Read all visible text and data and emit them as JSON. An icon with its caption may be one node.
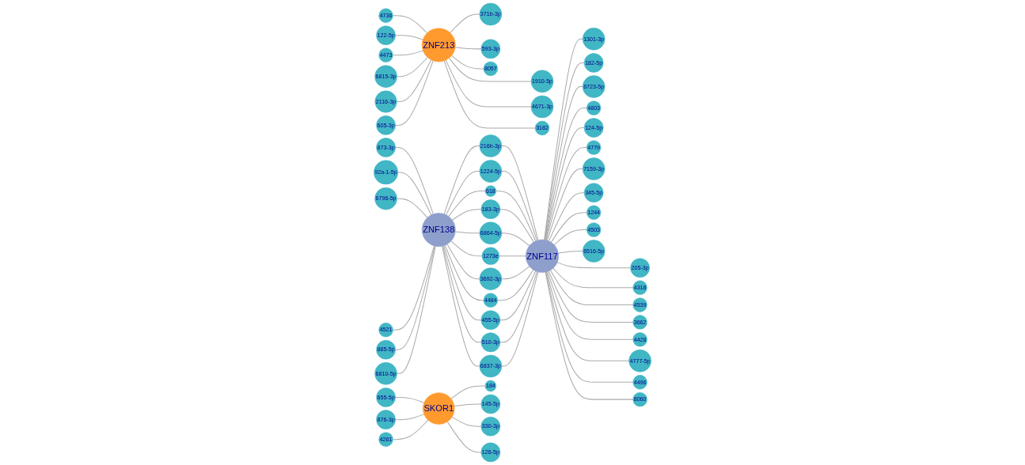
{
  "diagram": {
    "nodes": [
      {
        "text": [
          "ZNF138"
        ]
      },
      {
        "text": [
          "873-3p"
        ]
      },
      {
        "text": [
          "92a-1-5p"
        ]
      },
      {
        "text": [
          "6796-5p"
        ]
      },
      {
        "text": [
          "4521"
        ]
      },
      {
        "text": [
          "885-5p"
        ]
      },
      {
        "text": [
          "6810-5p"
        ]
      },
      {
        "text": [
          "216b-3p"
        ]
      },
      {
        "text": [
          "1224-5p"
        ]
      },
      {
        "text": [
          "618"
        ]
      },
      {
        "text": [
          "183-3p"
        ]
      },
      {
        "text": [
          "6864-5p"
        ]
      },
      {
        "text": [
          "1273e"
        ]
      },
      {
        "text": [
          "3692-3p"
        ]
      },
      {
        "text": [
          "4484"
        ]
      },
      {
        "text": [
          "455-5p"
        ]
      },
      {
        "text": [
          "510-3p"
        ]
      },
      {
        "text": [
          "6837-3p"
        ]
      },
      {
        "text": [
          "ZNF213"
        ]
      },
      {
        "text": [
          "4736"
        ]
      },
      {
        "text": [
          "122-5p"
        ]
      },
      {
        "text": [
          "371b-3p"
        ]
      },
      {
        "text": [
          "4473"
        ]
      },
      {
        "text": [
          "593-3p"
        ]
      },
      {
        "text": [
          "6815-3p"
        ]
      },
      {
        "text": [
          "2116-3p"
        ]
      },
      {
        "text": [
          "8057"
        ]
      },
      {
        "text": [
          "1910-5p"
        ]
      },
      {
        "text": [
          "605-3p"
        ]
      },
      {
        "text": [
          "4671-3p"
        ]
      },
      {
        "text": [
          "3182"
        ]
      },
      {
        "text": [
          "ZNF117"
        ]
      },
      {
        "text": [
          "1301-3p"
        ]
      },
      {
        "text": [
          "182-5p"
        ]
      },
      {
        "text": [
          "6723-5p"
        ]
      },
      {
        "text": [
          "4803"
        ]
      },
      {
        "text": [
          "124-5p"
        ]
      },
      {
        "text": [
          "4779"
        ]
      },
      {
        "text": [
          "7159-3p"
        ]
      },
      {
        "text": [
          "345-5p"
        ]
      },
      {
        "text": [
          "1244"
        ]
      },
      {
        "text": [
          "4503"
        ]
      },
      {
        "text": [
          "6516-5p"
        ]
      },
      {
        "text": [
          "205-3p"
        ]
      },
      {
        "text": [
          "4318"
        ]
      },
      {
        "text": [
          "4539"
        ]
      },
      {
        "text": [
          "3662"
        ]
      },
      {
        "text": [
          "4428"
        ]
      },
      {
        "text": [
          "4777-5p"
        ]
      },
      {
        "text": [
          "4496"
        ]
      },
      {
        "text": [
          "8060"
        ]
      },
      {
        "text": [
          "SKOR1"
        ]
      },
      {
        "text": [
          "655-5p"
        ]
      },
      {
        "text": [
          "184"
        ]
      },
      {
        "text": [
          "145-5p"
        ]
      },
      {
        "text": [
          "876-3p"
        ]
      },
      {
        "text": [
          "330-3p"
        ]
      },
      {
        "text": [
          "4261"
        ]
      },
      {
        "text": [
          "126-5p"
        ]
      }
    ],
    "edges": [
      {
        "from": 1,
        "to": 0,
        "arrow": "none"
      },
      {
        "from": 2,
        "to": 0,
        "arrow": "none"
      },
      {
        "from": 3,
        "to": 0,
        "arrow": "none"
      },
      {
        "from": 4,
        "to": 0,
        "arrow": "none"
      },
      {
        "from": 5,
        "to": 0,
        "arrow": "none"
      },
      {
        "from": 6,
        "to": 0,
        "arrow": "none"
      },
      {
        "from": 0,
        "to": 7,
        "arrow": "none"
      },
      {
        "from": 0,
        "to": 8,
        "arrow": "none"
      },
      {
        "from": 0,
        "to": 9,
        "arrow": "none"
      },
      {
        "from": 0,
        "to": 10,
        "arrow": "none"
      },
      {
        "from": 0,
        "to": 11,
        "arrow": "none"
      },
      {
        "from": 0,
        "to": 12,
        "arrow": "none"
      },
      {
        "from": 0,
        "to": 13,
        "arrow": "none"
      },
      {
        "from": 0,
        "to": 14,
        "arrow": "none"
      },
      {
        "from": 0,
        "to": 15,
        "arrow": "none"
      },
      {
        "from": 0,
        "to": 16,
        "arrow": "none"
      },
      {
        "from": 0,
        "to": 17,
        "arrow": "none"
      },
      {
        "from": 7,
        "to": 31,
        "arrow": "none"
      },
      {
        "from": 8,
        "to": 31,
        "arrow": "none"
      },
      {
        "from": 9,
        "to": 31,
        "arrow": "none"
      },
      {
        "from": 10,
        "to": 31,
        "arrow": "none"
      },
      {
        "from": 11,
        "to": 31,
        "arrow": "none"
      },
      {
        "from": 12,
        "to": 31,
        "arrow": "none"
      },
      {
        "from": 13,
        "to": 31,
        "arrow": "none"
      },
      {
        "from": 14,
        "to": 31,
        "arrow": "none"
      },
      {
        "from": 15,
        "to": 31,
        "arrow": "none"
      },
      {
        "from": 16,
        "to": 31,
        "arrow": "none"
      },
      {
        "from": 17,
        "to": 31,
        "arrow": "none"
      },
      {
        "from": 19,
        "to": 18,
        "arrow": "none"
      },
      {
        "from": 20,
        "to": 18,
        "arrow": "none"
      },
      {
        "from": 22,
        "to": 18,
        "arrow": "none"
      },
      {
        "from": 24,
        "to": 18,
        "arrow": "none"
      },
      {
        "from": 25,
        "to": 18,
        "arrow": "none"
      },
      {
        "from": 28,
        "to": 18,
        "arrow": "none"
      },
      {
        "from": 18,
        "to": 21,
        "arrow": "none"
      },
      {
        "from": 18,
        "to": 23,
        "arrow": "none"
      },
      {
        "from": 18,
        "to": 26,
        "arrow": "none"
      },
      {
        "from": 18,
        "to": 27,
        "arrow": "none"
      },
      {
        "from": 18,
        "to": 29,
        "arrow": "none"
      },
      {
        "from": 18,
        "to": 30,
        "arrow": "none"
      },
      {
        "from": 31,
        "to": 32,
        "arrow": "none"
      },
      {
        "from": 31,
        "to": 33,
        "arrow": "none"
      },
      {
        "from": 31,
        "to": 34,
        "arrow": "none"
      },
      {
        "from": 31,
        "to": 35,
        "arrow": "none"
      },
      {
        "from": 31,
        "to": 36,
        "arrow": "none"
      },
      {
        "from": 31,
        "to": 37,
        "arrow": "none"
      },
      {
        "from": 31,
        "to": 38,
        "arrow": "none"
      },
      {
        "from": 31,
        "to": 39,
        "arrow": "none"
      },
      {
        "from": 31,
        "to": 40,
        "arrow": "none"
      },
      {
        "from": 31,
        "to": 41,
        "arrow": "none"
      },
      {
        "from": 31,
        "to": 42,
        "arrow": "none"
      },
      {
        "from": 31,
        "to": 43,
        "arrow": "none"
      },
      {
        "from": 31,
        "to": 44,
        "arrow": "none"
      },
      {
        "from": 31,
        "to": 45,
        "arrow": "none"
      },
      {
        "from": 31,
        "to": 46,
        "arrow": "none"
      },
      {
        "from": 31,
        "to": 47,
        "arrow": "none"
      },
      {
        "from": 31,
        "to": 48,
        "arrow": "none"
      },
      {
        "from": 31,
        "to": 49,
        "arrow": "none"
      },
      {
        "from": 31,
        "to": 50,
        "arrow": "none"
      },
      {
        "from": 52,
        "to": 51,
        "arrow": "none"
      },
      {
        "from": 55,
        "to": 51,
        "arrow": "none"
      },
      {
        "from": 57,
        "to": 51,
        "arrow": "none"
      },
      {
        "from": 51,
        "to": 53,
        "arrow": "none"
      },
      {
        "from": 51,
        "to": 54,
        "arrow": "none"
      },
      {
        "from": 51,
        "to": 56,
        "arrow": "none"
      },
      {
        "from": 51,
        "to": 58,
        "arrow": "none"
      }
    ]
  }
}
